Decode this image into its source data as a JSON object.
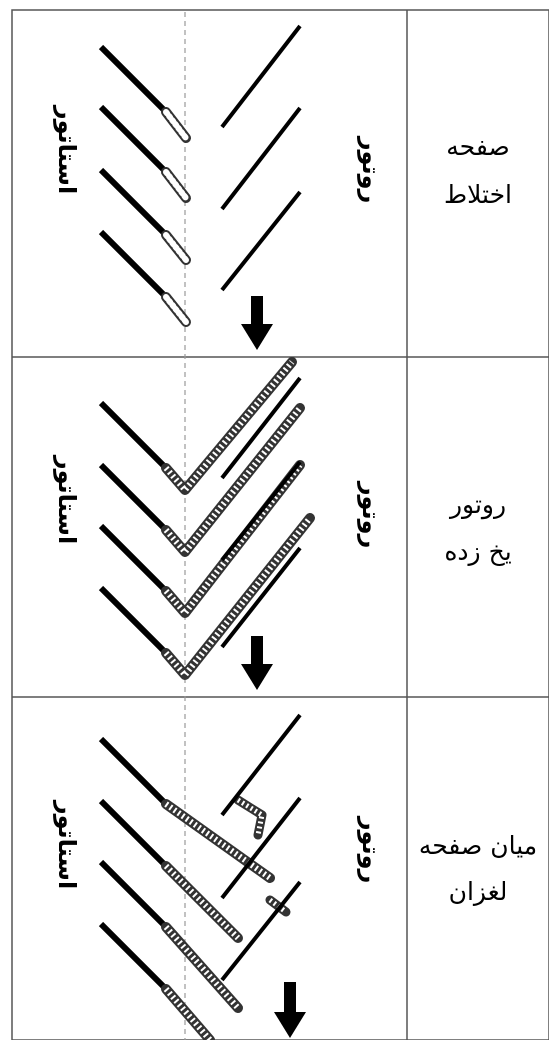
{
  "rows": [
    {
      "label_line1": "صفحه",
      "label_line2": "اختلاط",
      "stator_label": "استاتور",
      "rotor_label": "روتور"
    },
    {
      "label_line1": "روتور",
      "label_line2": "يخ زده",
      "stator_label": "استاتور",
      "rotor_label": "روتور"
    },
    {
      "label_line1": "ميان صفحه",
      "label_line2": "لغزان",
      "stator_label": "استاتور",
      "rotor_label": "روتور"
    }
  ]
}
